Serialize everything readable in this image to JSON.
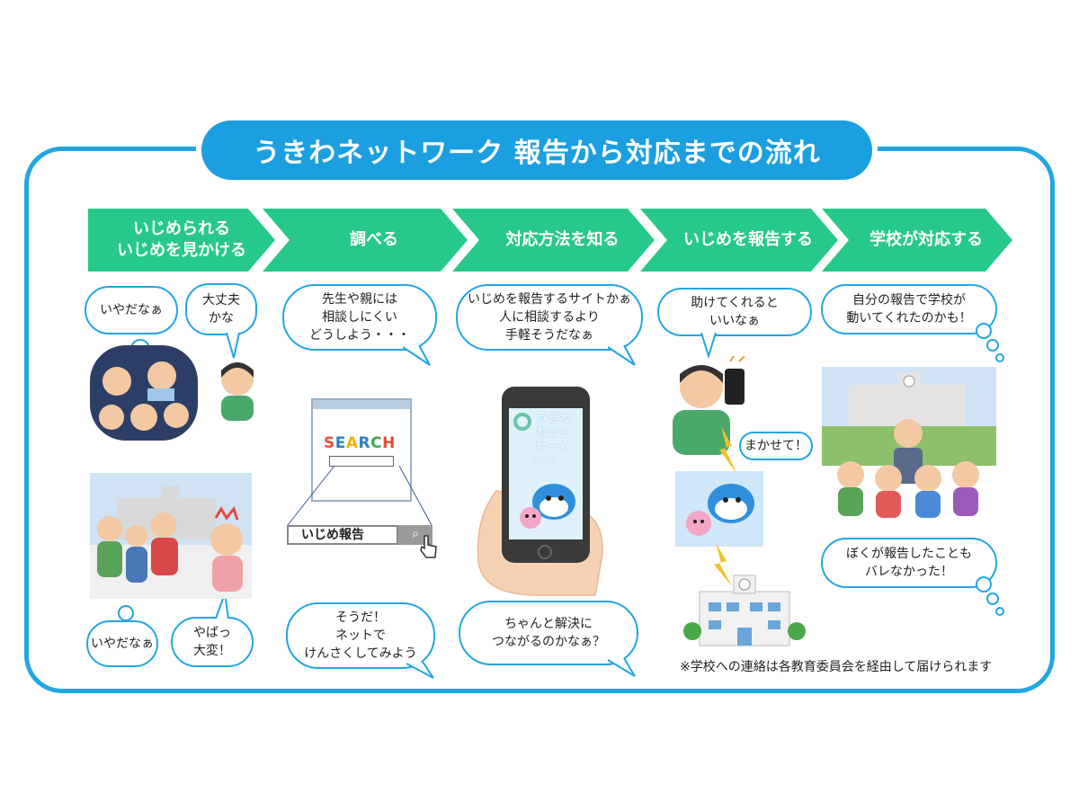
{
  "title": "うきわネットワーク 報告から対応までの流れ",
  "steps": [
    "いじめられる\nいじめを見かける",
    "調べる",
    "対応方法を知る",
    "いじめを報告する",
    "学校が対応する"
  ],
  "bubbles": {
    "b1": "いやだなぁ",
    "b2": "大丈夫\nかな",
    "b3": "いやだなぁ",
    "b4": "やばっ\n大変！",
    "b5": "先生や親には\n相談しにくい\nどうしよう・・・",
    "b6": "そうだ！\nネットで\nけんさくしてみよう",
    "b7": "いじめを報告するサイトかぁ\n人に相談するより\n手軽そうだなぁ",
    "b8": "ちゃんと解決に\nつながるのかなぁ？",
    "b9": "助けてくれると\nいいなぁ",
    "b10": "まかせて！",
    "b11": "自分の報告で学校が\n動いてくれたのかも！",
    "b12": "ぼくが報告したことも\nバレなかった！"
  },
  "search": {
    "logo": "SEARCH",
    "query": "いじめ報告"
  },
  "phone": {
    "app_name": "うきわ\nねっと\nわーく",
    "app_sub": "^ ^ ^"
  },
  "note": "※学校への連絡は各教育委員会を経由して届けられます",
  "colors": {
    "blue": "#22a6e2",
    "green": "#27c98a"
  }
}
